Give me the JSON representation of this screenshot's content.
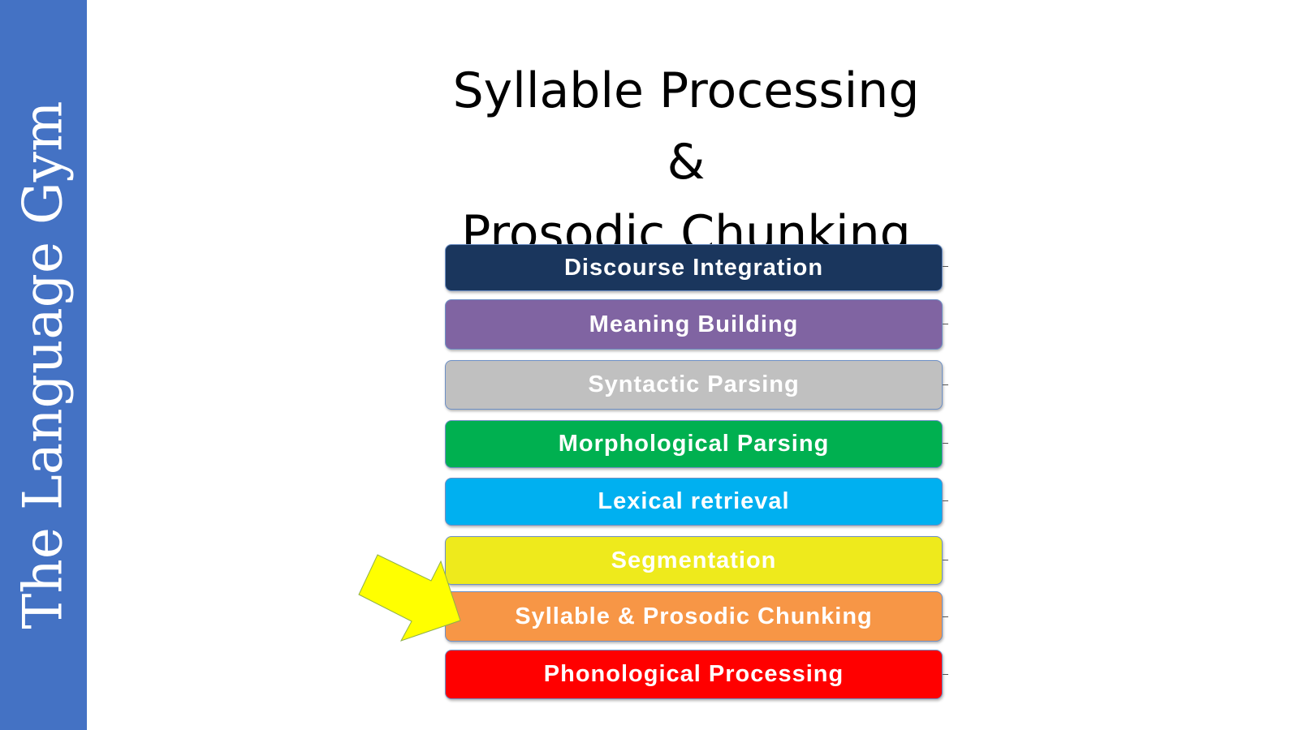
{
  "sidebar": {
    "brand": "The Language Gym"
  },
  "slide": {
    "title_line1": "Syllable Processing &",
    "title_line2": "Prosodic Chunking",
    "layers": [
      {
        "label": "Discourse Integration",
        "color": "#1a365d"
      },
      {
        "label": "Meaning Building",
        "color": "#8064a2"
      },
      {
        "label": "Syntactic Parsing",
        "color": "#c0c0c0"
      },
      {
        "label": "Morphological Parsing",
        "color": "#00b050"
      },
      {
        "label": "Lexical retrieval",
        "color": "#00b0f0"
      },
      {
        "label": "Segmentation",
        "color": "#eeea1c"
      },
      {
        "label": "Syllable & Prosodic Chunking",
        "color": "#f79646"
      },
      {
        "label": "Phonological Processing",
        "color": "#ff0000"
      }
    ],
    "highlight_arrow_color": "#ffff00"
  }
}
